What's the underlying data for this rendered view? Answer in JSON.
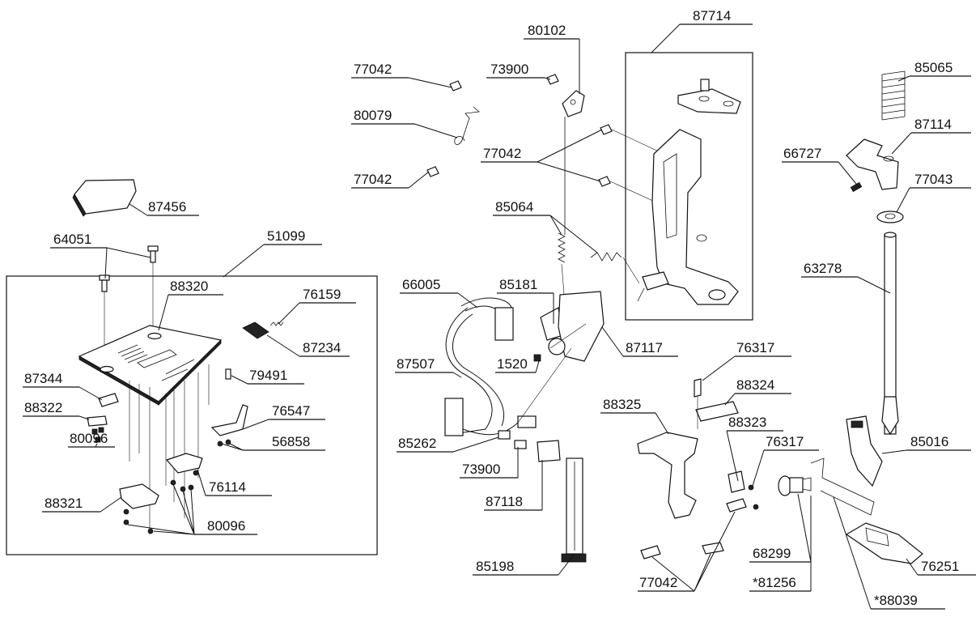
{
  "callouts": [
    {
      "id": "c-87714",
      "text": "87714"
    },
    {
      "id": "c-80102",
      "text": "80102"
    },
    {
      "id": "c-77042a",
      "text": "77042"
    },
    {
      "id": "c-73900a",
      "text": "73900"
    },
    {
      "id": "c-85065",
      "text": "85065"
    },
    {
      "id": "c-80079",
      "text": "80079"
    },
    {
      "id": "c-87114",
      "text": "87114"
    },
    {
      "id": "c-77042b",
      "text": "77042"
    },
    {
      "id": "c-66727",
      "text": "66727"
    },
    {
      "id": "c-77042c",
      "text": "77042"
    },
    {
      "id": "c-77043",
      "text": "77043"
    },
    {
      "id": "c-87456",
      "text": "87456"
    },
    {
      "id": "c-85064",
      "text": "85064"
    },
    {
      "id": "c-64051",
      "text": "64051"
    },
    {
      "id": "c-51099",
      "text": "51099"
    },
    {
      "id": "c-63278",
      "text": "63278"
    },
    {
      "id": "c-66005",
      "text": "66005"
    },
    {
      "id": "c-85181",
      "text": "85181"
    },
    {
      "id": "c-88320",
      "text": "88320"
    },
    {
      "id": "c-76159",
      "text": "76159"
    },
    {
      "id": "c-87117",
      "text": "87117"
    },
    {
      "id": "c-87234",
      "text": "87234"
    },
    {
      "id": "c-76317a",
      "text": "76317"
    },
    {
      "id": "c-1520",
      "text": "1520"
    },
    {
      "id": "c-87507",
      "text": "87507"
    },
    {
      "id": "c-79491",
      "text": "79491"
    },
    {
      "id": "c-88324",
      "text": "88324"
    },
    {
      "id": "c-87344",
      "text": "87344"
    },
    {
      "id": "c-88325",
      "text": "88325"
    },
    {
      "id": "c-76547",
      "text": "76547"
    },
    {
      "id": "c-88322",
      "text": "88322"
    },
    {
      "id": "c-88323",
      "text": "88323"
    },
    {
      "id": "c-56858",
      "text": "56858"
    },
    {
      "id": "c-76317b",
      "text": "76317"
    },
    {
      "id": "c-85016",
      "text": "85016"
    },
    {
      "id": "c-80096a",
      "text": "80096"
    },
    {
      "id": "c-85262",
      "text": "85262"
    },
    {
      "id": "c-73900b",
      "text": "73900"
    },
    {
      "id": "c-76114",
      "text": "76114"
    },
    {
      "id": "c-88321",
      "text": "88321"
    },
    {
      "id": "c-87118",
      "text": "87118"
    },
    {
      "id": "c-80096b",
      "text": "80096"
    },
    {
      "id": "c-85198",
      "text": "85198"
    },
    {
      "id": "c-68299",
      "text": "68299"
    },
    {
      "id": "c-76251",
      "text": "76251"
    },
    {
      "id": "c-77042d",
      "text": "77042"
    },
    {
      "id": "c-81256",
      "text": "*81256"
    },
    {
      "id": "c-88039",
      "text": "*88039"
    }
  ]
}
